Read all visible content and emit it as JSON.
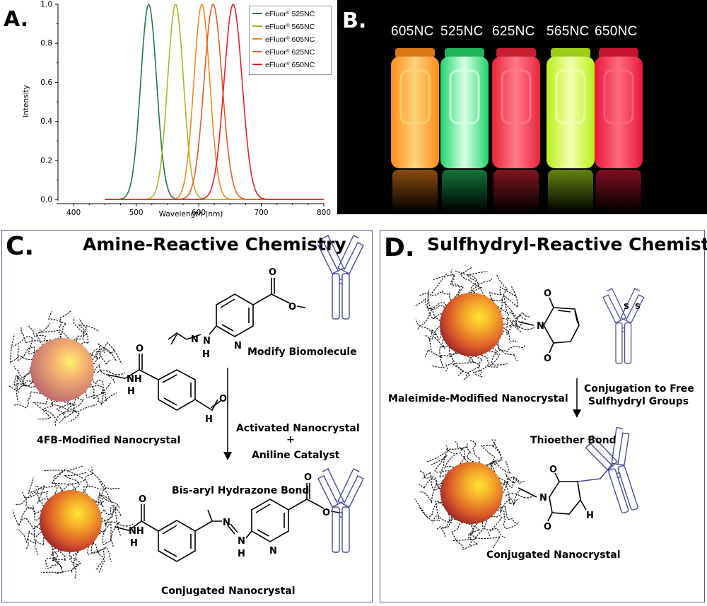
{
  "panel_a": {
    "letter": "A.",
    "chart_data": {
      "type": "line",
      "xlabel": "Wavelength (nm)",
      "ylabel": "Intensity",
      "xlim": [
        375,
        800
      ],
      "ylim": [
        0,
        1.0
      ],
      "x_ticks": [
        "400",
        "500",
        "600",
        "700",
        "800"
      ],
      "y_ticks": [
        "0.0",
        "0.2",
        "0.4",
        "0.6",
        "0.8",
        "1.0"
      ],
      "legend_position": "top-right",
      "series": [
        {
          "name": "525NC",
          "peak_wavelength": 520,
          "fwhm": 30,
          "color": "#1f7a4a"
        },
        {
          "name": "565NC",
          "peak_wavelength": 563,
          "fwhm": 30,
          "color": "#b5b021"
        },
        {
          "name": "605NC",
          "peak_wavelength": 605,
          "fwhm": 30,
          "color": "#f08a1c"
        },
        {
          "name": "625NC",
          "peak_wavelength": 623,
          "fwhm": 34,
          "color": "#e85a20"
        },
        {
          "name": "650NC",
          "peak_wavelength": 655,
          "fwhm": 34,
          "color": "#e8202a"
        }
      ],
      "series_prefix": "eFluor",
      "series_prefix_mark": "®"
    }
  },
  "panel_b": {
    "letter": "B.",
    "vials": [
      {
        "label": "605NC",
        "color": "#ff8c1a",
        "light": "#ffd27a"
      },
      {
        "label": "525NC",
        "color": "#22d46a",
        "light": "#d8ffe8"
      },
      {
        "label": "625NC",
        "color": "#e8263a",
        "light": "#ff7a8a"
      },
      {
        "label": "565NC",
        "color": "#b8f01a",
        "light": "#f4ffb0"
      },
      {
        "label": "650NC",
        "color": "#e8183a",
        "light": "#ff6a80"
      }
    ]
  },
  "panel_c": {
    "letter": "C.",
    "title": "Amine-Reactive Chemistry",
    "modify_label": "Modify Biomolecule",
    "start_label": "4FB-Modified Nanocrystal",
    "reagent_line1": "Activated Nanocrystal",
    "reagent_plus": "+",
    "reagent_line2": "Aniline Catalyst",
    "bond_label": "Bis-aryl Hydrazone Bond",
    "product_label": "Conjugated Nanocrystal",
    "atoms": {
      "O": "O",
      "N": "N",
      "H": "H"
    }
  },
  "panel_d": {
    "letter": "D.",
    "title": "Sulfhydryl-Reactive Chemistry",
    "start_label": "Maleimide-Modified Nanocrystal",
    "reagent_line1": "Conjugation to Free",
    "reagent_line2": "Sulfhydryl Groups",
    "bond_label": "Thioether Bond",
    "product_label": "Conjugated Nanocrystal",
    "atoms": {
      "O": "O",
      "N": "N",
      "H": "H",
      "S": "S"
    }
  },
  "colors": {
    "border": "#5b5b9c",
    "antibody": "#4a4aa0",
    "nanocrystal_center": "#ffe632",
    "nanocrystal_mid": "#f08a1c",
    "nanocrystal_edge": "#b2322a"
  }
}
